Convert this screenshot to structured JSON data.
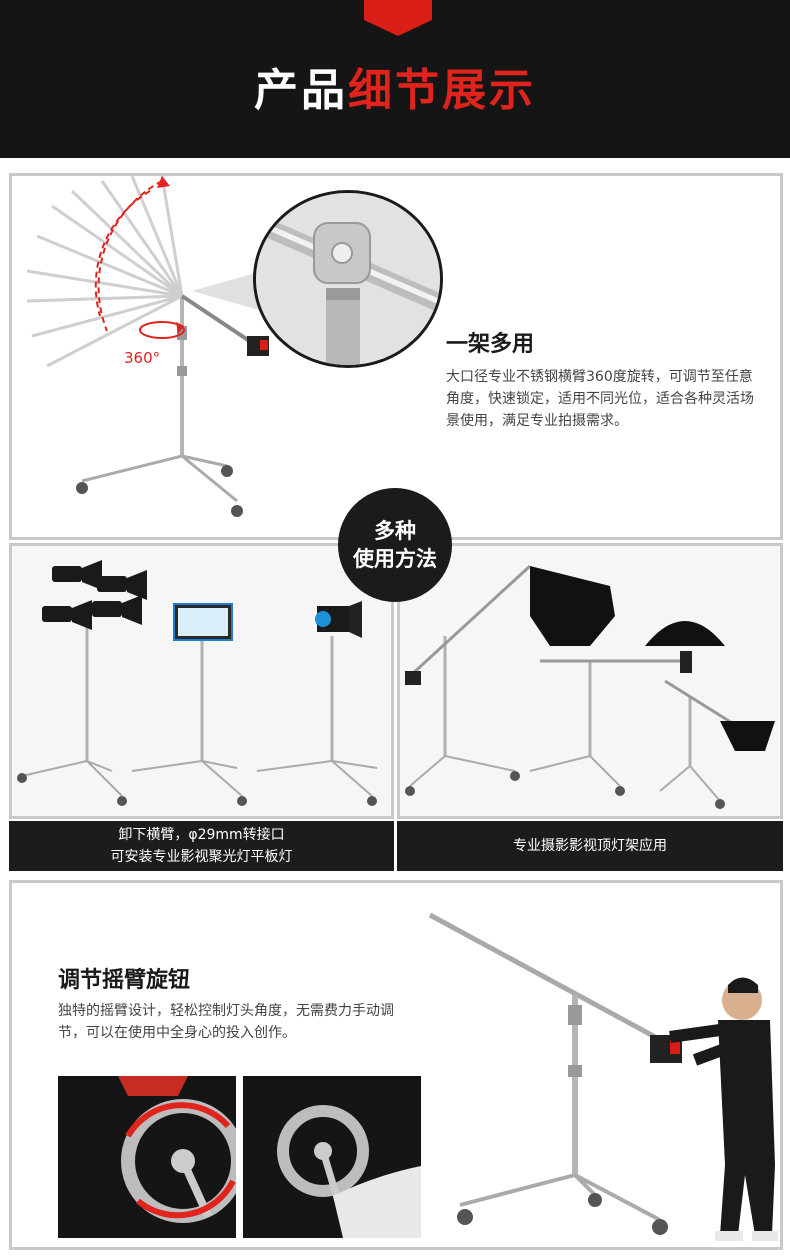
{
  "header": {
    "title_white": "产品",
    "title_red": "细节展示"
  },
  "section1": {
    "title": "一架多用",
    "description": "大口径专业不锈钢横臂360度旋转，可调节至任意角度，快速锁定，适用不同光位，适合各种灵活场景使用，满足专业拍摄需求。",
    "angle_label": "360°"
  },
  "badge": {
    "line1": "多种",
    "line2": "使用方法"
  },
  "section2": {
    "left_caption_line1": "卸下横臂，φ29mm转接口",
    "left_caption_line2": "可安装专业影视聚光灯平板灯",
    "right_caption": "专业摄影影视顶灯架应用"
  },
  "section3": {
    "title": "调节摇臂旋钮",
    "description": "独特的摇臂设计，轻松控制灯头角度，无需费力手动调节，可以在使用中全身心的投入创作。"
  },
  "colors": {
    "accent": "#e0231c",
    "dark": "#151515",
    "frame": "#c9c9c9"
  }
}
